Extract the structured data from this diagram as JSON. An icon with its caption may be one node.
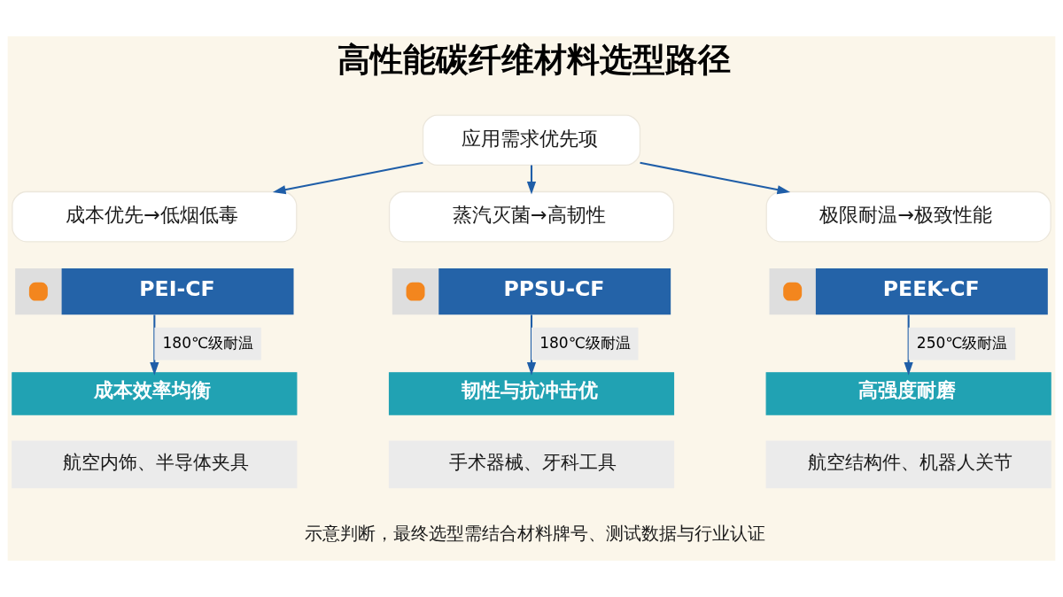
{
  "diagram": {
    "title": "高性能碳纤维材料选型路径",
    "caption": "示意判断，最终选型需结合材料牌号、测试数据与行业认证",
    "nodes": [
      {
        "text": [
          "应用需求优先项"
        ]
      },
      {
        "text": [
          "成本优先→低烟低毒"
        ]
      },
      {
        "text": [
          "蒸汽灭菌→高韧性"
        ]
      },
      {
        "text": [
          "极限耐温→极致性能"
        ]
      },
      {
        "text": [
          "PEI-CF"
        ]
      },
      {
        "text": [
          "PPSU-CF"
        ]
      },
      {
        "text": [
          "PEEK-CF"
        ]
      },
      {
        "text": [
          "成本效率均衡"
        ]
      },
      {
        "text": [
          "韧性与抗冲击优"
        ]
      },
      {
        "text": [
          "高强度耐磨"
        ]
      },
      {
        "text": [
          "航空内饰、半导体夹具"
        ]
      },
      {
        "text": [
          "手术器械、牙科工具"
        ]
      },
      {
        "text": [
          "航空结构件、机器人关节"
        ]
      }
    ],
    "edges": [
      {
        "from": 0,
        "to": 1,
        "arrow": "to"
      },
      {
        "from": 0,
        "to": 2,
        "arrow": "to"
      },
      {
        "from": 0,
        "to": 3,
        "arrow": "to"
      },
      {
        "from": 4,
        "to": 7,
        "arrow": "to",
        "label": "180℃级耐温"
      },
      {
        "from": 5,
        "to": 8,
        "arrow": "to",
        "label": "180℃级耐温"
      },
      {
        "from": 6,
        "to": 9,
        "arrow": "to",
        "label": "250℃级耐温"
      }
    ]
  }
}
